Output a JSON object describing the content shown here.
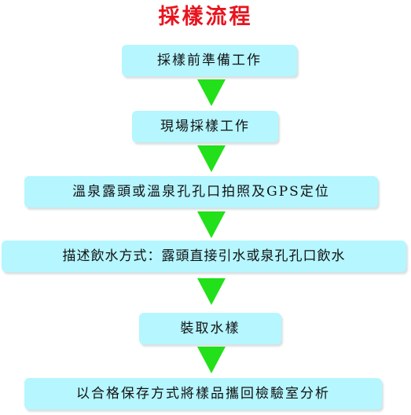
{
  "diagram": {
    "title": "採樣流程",
    "title_color": "#e8141e",
    "box_color": "#b5f6ff",
    "arrow_color": "#22e01a",
    "steps": [
      {
        "label": "採樣前準備工作"
      },
      {
        "label": "現場採樣工作"
      },
      {
        "label": "溫泉露頭或溫泉孔孔口拍照及GPS定位"
      },
      {
        "label": "描述飲水方式：露頭直接引水或泉孔孔口飲水"
      },
      {
        "label": "裝取水樣"
      },
      {
        "label": "以合格保存方式將樣品攜回檢驗室分析"
      }
    ]
  }
}
